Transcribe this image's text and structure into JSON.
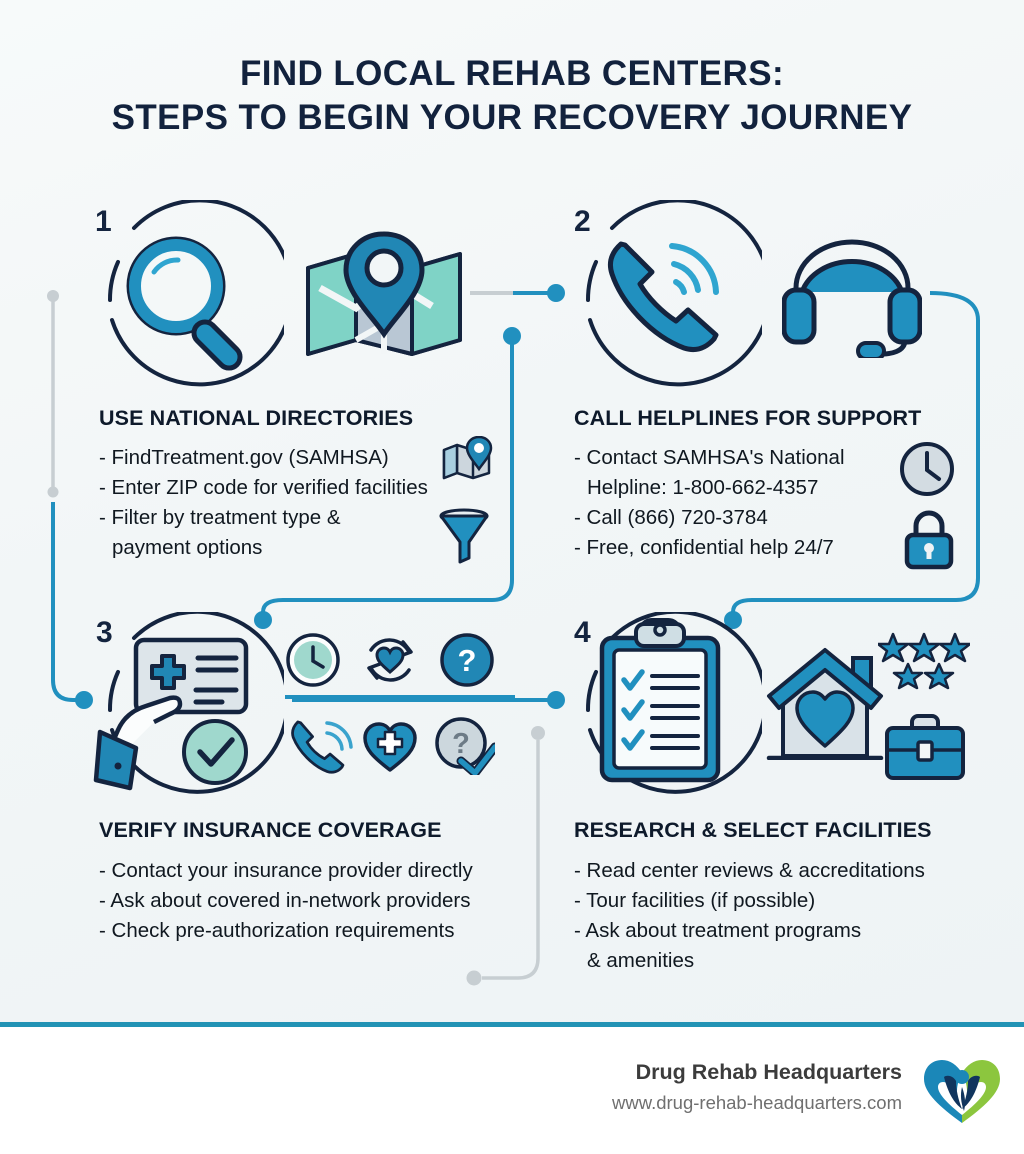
{
  "title": {
    "line1": "FIND LOCAL REHAB CENTERS:",
    "line2": "STEPS TO BEGIN YOUR RECOVERY JOURNEY"
  },
  "colors": {
    "background": "#f2f6f7",
    "navy": "#14243f",
    "blue": "#2190bf",
    "teal": "#2293b5",
    "mint": "#9fd8cd",
    "gray_line": "#c7ced2",
    "text": "#101820",
    "footer_brand": "#3c3c3c",
    "footer_site": "#6f6f6f",
    "logo_blue": "#1b87b8",
    "logo_green": "#8cc63e",
    "logo_navy": "#11355e"
  },
  "steps": [
    {
      "number": "1",
      "heading": "USE NATIONAL DIRECTORIES",
      "bullets": [
        "- FindTreatment.gov (SAMHSA)",
        "- Enter ZIP code for verified facilities",
        "- Filter by treatment type &",
        "payment options"
      ],
      "icons": [
        "magnifier-icon",
        "map-pin-icon",
        "map-icon",
        "funnel-icon"
      ]
    },
    {
      "number": "2",
      "heading": "CALL HELPLINES FOR SUPPORT",
      "bullets": [
        "- Contact SAMHSA's National",
        "Helpline: 1-800-662-4357",
        "- Call (866) 720-3784",
        "- Free, confidential help 24/7"
      ],
      "icons": [
        "phone-ringing-icon",
        "headset-icon",
        "clock-icon",
        "lock-icon"
      ]
    },
    {
      "number": "3",
      "heading": "VERIFY INSURANCE COVERAGE",
      "bullets": [
        "- Contact your insurance provider directly",
        "- Ask about covered in-network providers",
        "- Check pre-authorization requirements"
      ],
      "icons": [
        "hand-insurance-card-icon",
        "check-circle-icon",
        "clock-icon",
        "heart-refresh-icon",
        "question-circle-icon",
        "phone-waves-icon",
        "heart-plus-icon",
        "question-check-icon"
      ]
    },
    {
      "number": "4",
      "heading": "RESEARCH & SELECT FACILITIES",
      "bullets": [
        "- Read center reviews & accreditations",
        "- Tour facilities (if possible)",
        "- Ask about treatment programs",
        "& amenities"
      ],
      "icons": [
        "clipboard-checklist-icon",
        "house-heart-icon",
        "stars-icon",
        "briefcase-icon"
      ]
    }
  ],
  "footer": {
    "brand": "Drug Rehab Headquarters",
    "website": "www.drug-rehab-headquarters.com",
    "logo": "heart-people-logo"
  }
}
